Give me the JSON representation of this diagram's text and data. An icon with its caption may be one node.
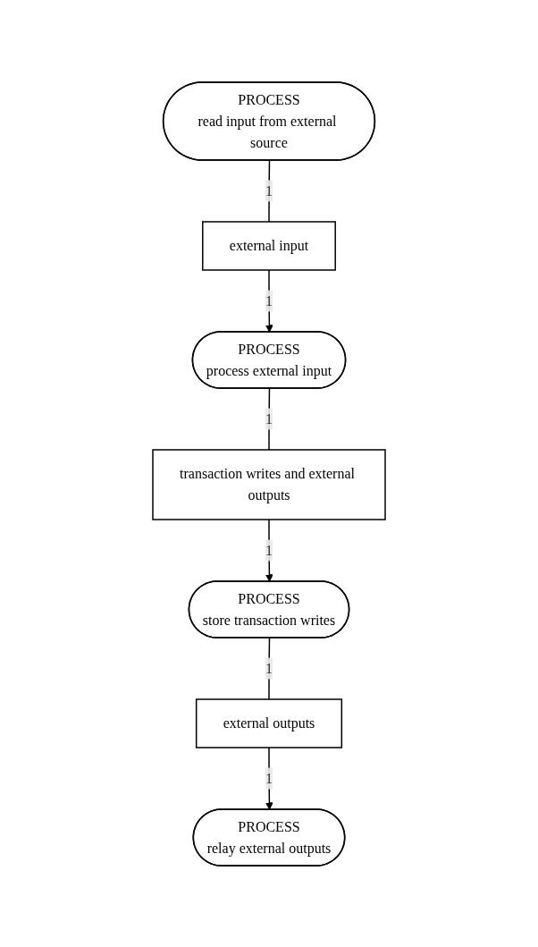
{
  "diagram": {
    "nodes": [
      {
        "text": [
          "PROCESS",
          "read input from external source"
        ]
      },
      {
        "text": [
          "external input"
        ]
      },
      {
        "text": [
          "PROCESS",
          "process external input"
        ]
      },
      {
        "text": [
          "transaction writes and external outputs"
        ]
      },
      {
        "text": [
          "PROCESS",
          "store transaction writes"
        ]
      },
      {
        "text": [
          "external outputs"
        ]
      },
      {
        "text": [
          "PROCESS",
          "relay external outputs"
        ]
      }
    ],
    "edges": [
      {
        "from": 0,
        "to": 1,
        "arrow": "none",
        "label": "1"
      },
      {
        "from": 1,
        "to": 2,
        "arrow": "to",
        "label": "1"
      },
      {
        "from": 2,
        "to": 3,
        "arrow": "none",
        "label": "1"
      },
      {
        "from": 3,
        "to": 4,
        "arrow": "to",
        "label": "1"
      },
      {
        "from": 4,
        "to": 5,
        "arrow": "none",
        "label": "1"
      },
      {
        "from": 5,
        "to": 6,
        "arrow": "to",
        "label": "1"
      }
    ]
  }
}
